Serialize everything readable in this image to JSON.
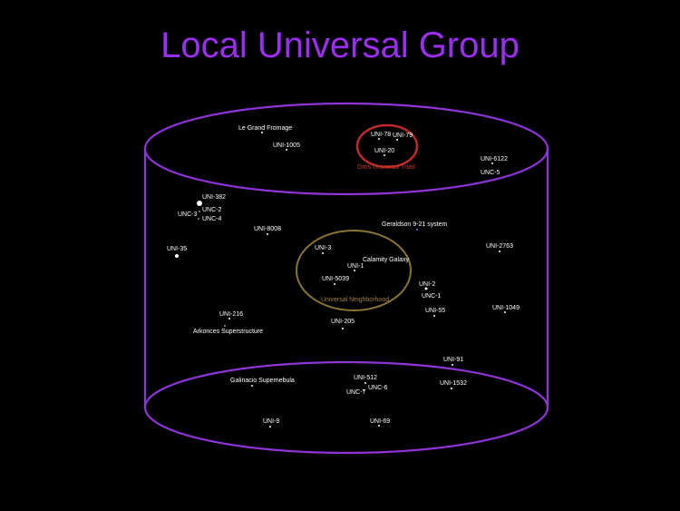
{
  "title": "Local Universal Group",
  "colors": {
    "background": "#000000",
    "title": "#9b2ff0",
    "cylinder": "#8e35d8",
    "triad_ring": "#c02a2a",
    "neighborhood_ring": "#8a7436",
    "label": "#ffffff"
  },
  "regions": {
    "triad": "Orris Universal Triad",
    "neighborhood": "Universal Neighborhood"
  },
  "objects": [
    {
      "label": "Le Grand Fromage"
    },
    {
      "label": "UNI-1005"
    },
    {
      "label": "UNI-78"
    },
    {
      "label": "UNI-79"
    },
    {
      "label": "UNI-20"
    },
    {
      "label": "UNI-6122"
    },
    {
      "label": "UNC-5"
    },
    {
      "label": "UNI-382"
    },
    {
      "label": "UNC-2"
    },
    {
      "label": "UNC-3"
    },
    {
      "label": "UNC-4"
    },
    {
      "label": "UNI-8008"
    },
    {
      "label": "Geraldson 9-21 system"
    },
    {
      "label": "UNI-35"
    },
    {
      "label": "UNI-3"
    },
    {
      "label": "UNI-2763"
    },
    {
      "label": "Calamity Galaxy"
    },
    {
      "label": "UNI-1"
    },
    {
      "label": "UNI-5039"
    },
    {
      "label": "UNI-2"
    },
    {
      "label": "UNC-1"
    },
    {
      "label": "UNI-55"
    },
    {
      "label": "UNI-1049"
    },
    {
      "label": "UNI-216"
    },
    {
      "label": "Arkonces Superstructure"
    },
    {
      "label": "UNI-205"
    },
    {
      "label": "UNI-91"
    },
    {
      "label": "Galinacio Supernebula"
    },
    {
      "label": "UNI-512"
    },
    {
      "label": "UNC-6"
    },
    {
      "label": "UNC-7"
    },
    {
      "label": "UNI-1532"
    },
    {
      "label": "UNI-9"
    },
    {
      "label": "UNI-69"
    }
  ]
}
